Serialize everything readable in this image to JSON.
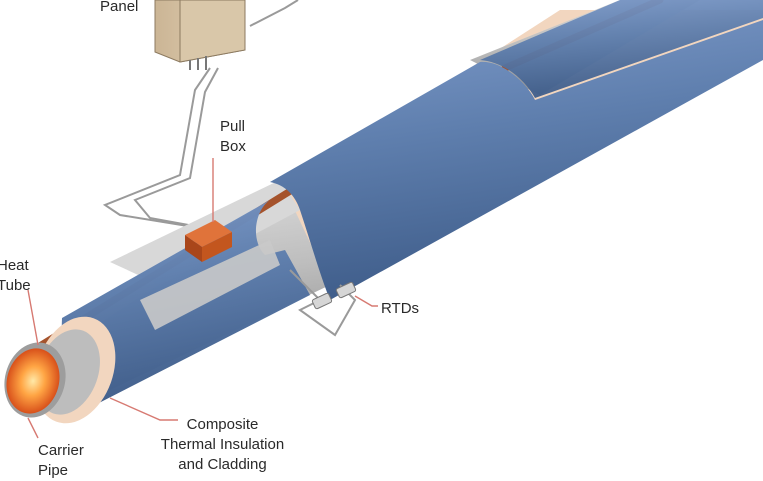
{
  "labels": {
    "panel": "Panel",
    "pull_box": [
      "Pull",
      "Box"
    ],
    "heat_tube": [
      "Heat",
      "Tube"
    ],
    "rtds": "RTDs",
    "carrier_pipe": [
      "Carrier",
      "Pipe"
    ],
    "insulation": [
      "Composite",
      "Thermal Insulation",
      "and Cladding"
    ]
  },
  "colors": {
    "cladding": "#5f7fae",
    "cladding_dark": "#4a6896",
    "insulation": "#f2d6bf",
    "pipe_grey": "#b9b9b9",
    "heat_tube": "#a5532c",
    "pull_box": "#c3561e",
    "panel_box": "#d7c4a6",
    "pipe_end_glow": "#ff9a3c",
    "leader_line": "#d77a72"
  }
}
